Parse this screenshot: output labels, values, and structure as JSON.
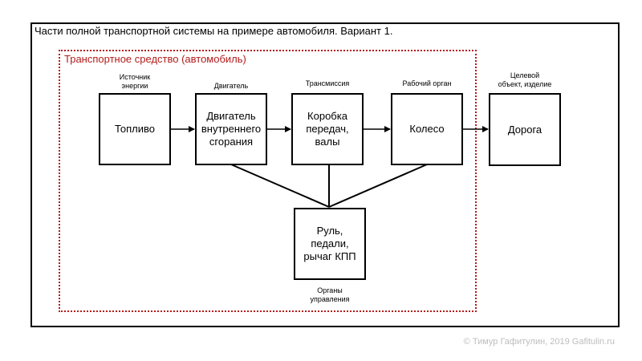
{
  "diagram": {
    "title": "Части полной транспортной системы на примере автомобиля. Вариант 1.",
    "vehicle_group_label": "Транспортное средство (автомобиль)",
    "nodes": {
      "fuel": {
        "label": "Топливо",
        "caption": "Источник\nэнергии"
      },
      "engine": {
        "label": "Двигатель\nвнутреннего\nсгорания",
        "caption": "Двигатель"
      },
      "transmission": {
        "label": "Коробка\nпередач,\nвалы",
        "caption": "Трансмиссия"
      },
      "wheel": {
        "label": "Колесо",
        "caption": "Рабочий орган"
      },
      "road": {
        "label": "Дорога",
        "caption": "Целевой\nобъект, изделие"
      },
      "controls": {
        "label": "Руль,\nпедали,\nрычаг КПП",
        "caption": "Органы\nуправления"
      }
    },
    "copyright": "© Тимур Гафитулин, 2019 Gafitulin.ru"
  }
}
